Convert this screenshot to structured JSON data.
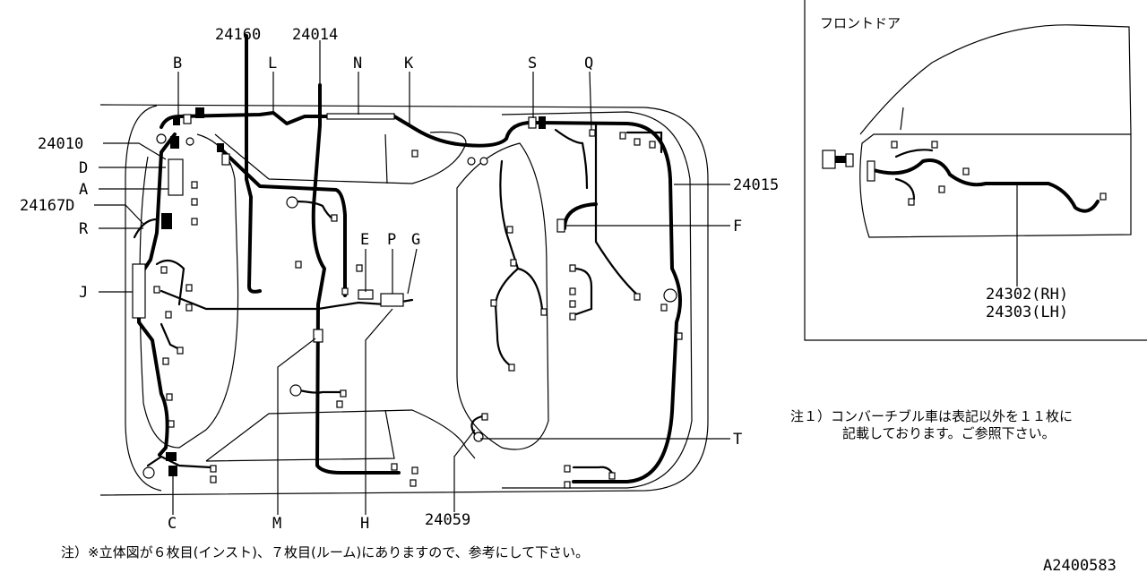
{
  "labels": {
    "p24160": "24160",
    "p24014": "24014",
    "B": "B",
    "L": "L",
    "N": "N",
    "K": "K",
    "S": "S",
    "Q": "Q",
    "p24010": "24010",
    "D": "D",
    "A": "A",
    "p24167D": "24167D",
    "R": "R",
    "J": "J",
    "E": "E",
    "P": "P",
    "G": "G",
    "F": "F",
    "p24015": "24015",
    "T": "T",
    "C": "C",
    "M": "M",
    "H": "H",
    "p24059": "24059"
  },
  "inset": {
    "title": "フロントドア",
    "rh": "24302(RH)",
    "lh": "24303(LH)"
  },
  "notes": {
    "note1_line1": "注１）コンバーチブル車は表記以外を１１枚に",
    "note1_line2": "記載しております。ご参照下さい。",
    "footer": "注）※立体図が６枚目(インスト)、７枚目(ルーム)にありますので、参考にして下さい。"
  },
  "code": "A2400583"
}
